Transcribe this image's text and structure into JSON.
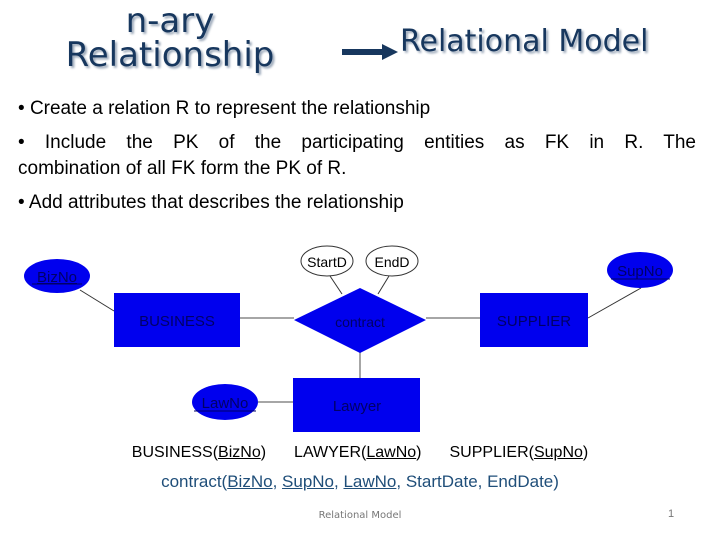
{
  "title": {
    "left_line1": "n-ary",
    "left_line2": "Relationship",
    "right": "Relational Model",
    "color": "#17375e"
  },
  "bullets": [
    "Create a relation R to represent the relationship",
    "Include the PK of the participating entities as FK in R. The",
    "combination of all FK  form the PK of R.",
    "Add attributes that describes the relationship"
  ],
  "bullet_symbol": "•",
  "diagram": {
    "fill_color": "#0000ee",
    "text_color": "#000066",
    "entities": {
      "business": "BUSINESS",
      "supplier": "SUPPLIER",
      "lawyer": "Lawyer"
    },
    "relationship": "contract",
    "key_attributes": {
      "bizno": "BizNo",
      "supno": "SupNo",
      "lawno": "LawNo"
    },
    "attributes": {
      "startd": "StartD",
      "endd": "EndD"
    }
  },
  "schema": {
    "business_name": "BUSINESS(",
    "business_key": "BizNo",
    "business_close": ")",
    "lawyer_name": "LAWYER(",
    "lawyer_key": "LawNo",
    "lawyer_close": ")",
    "supplier_name": "SUPPLIER(",
    "supplier_key": "SupNo",
    "supplier_close": ")",
    "contract_name": "contract(",
    "contract_k1": "BizNo",
    "sep1": ", ",
    "contract_k2": "SupNo",
    "sep2": ", ",
    "contract_k3": "LawNo",
    "contract_rest": ", StartDate, EndDate)"
  },
  "footer": {
    "label": "Relational Model",
    "page_number": "1"
  }
}
